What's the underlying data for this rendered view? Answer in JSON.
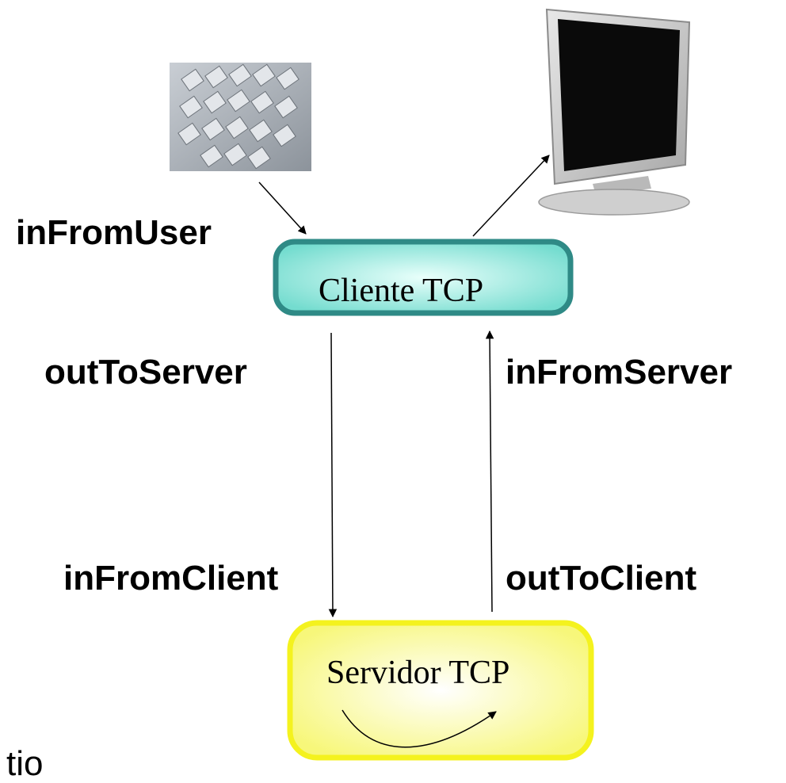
{
  "labels": {
    "in_from_user": "inFromUser",
    "out_to_server": "outToServer",
    "in_from_server": "inFromServer",
    "in_from_client": "inFromClient",
    "out_to_client": "outToClient",
    "partial_text": "tio"
  },
  "nodes": {
    "client": {
      "label": "Cliente TCP",
      "fill": "#9ff0e6",
      "border": "#2f8a86"
    },
    "server": {
      "label": "Servidor TCP",
      "fill": "#fdfd9c",
      "border": "#f4f21e"
    }
  },
  "images": {
    "keyboard": "keyboard-photo",
    "monitor": "monitor-photo"
  }
}
